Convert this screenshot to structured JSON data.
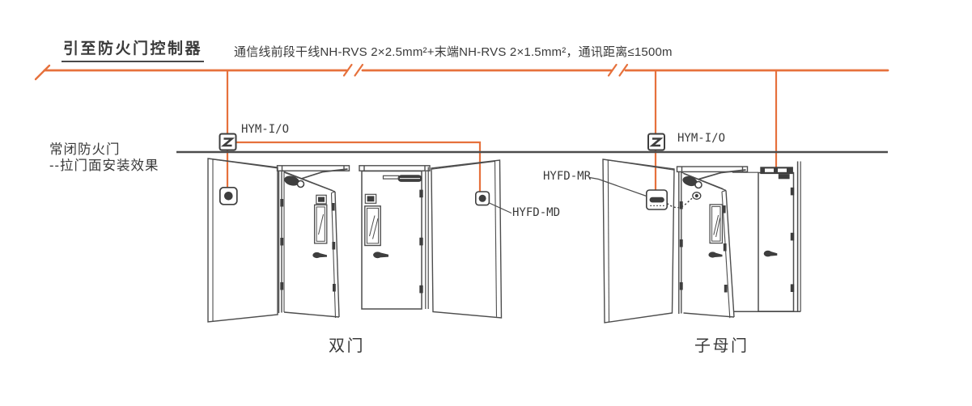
{
  "diagram": {
    "title": "引至防火门控制器",
    "wire_spec": "通信线前段干线NH-RVS 2×2.5mm²+末端NH-RVS 2×1.5mm²，通讯距离≤1500m",
    "install_note_line1": "常闭防火门",
    "install_note_line2": "--拉门面安装效果",
    "module_left_label": "HYM-I/O",
    "module_right_label": "HYM-I/O",
    "door_holder_label": "HYFD-MD",
    "door_release_label": "HYFD-MR",
    "double_door_label": "双门",
    "mother_child_door_label": "子母门",
    "colors": {
      "wire_orange": "#E6713C",
      "line_dark": "#4D4D4D",
      "device_dark": "#3E3E3E",
      "text_dark": "#3A3A3A"
    }
  }
}
